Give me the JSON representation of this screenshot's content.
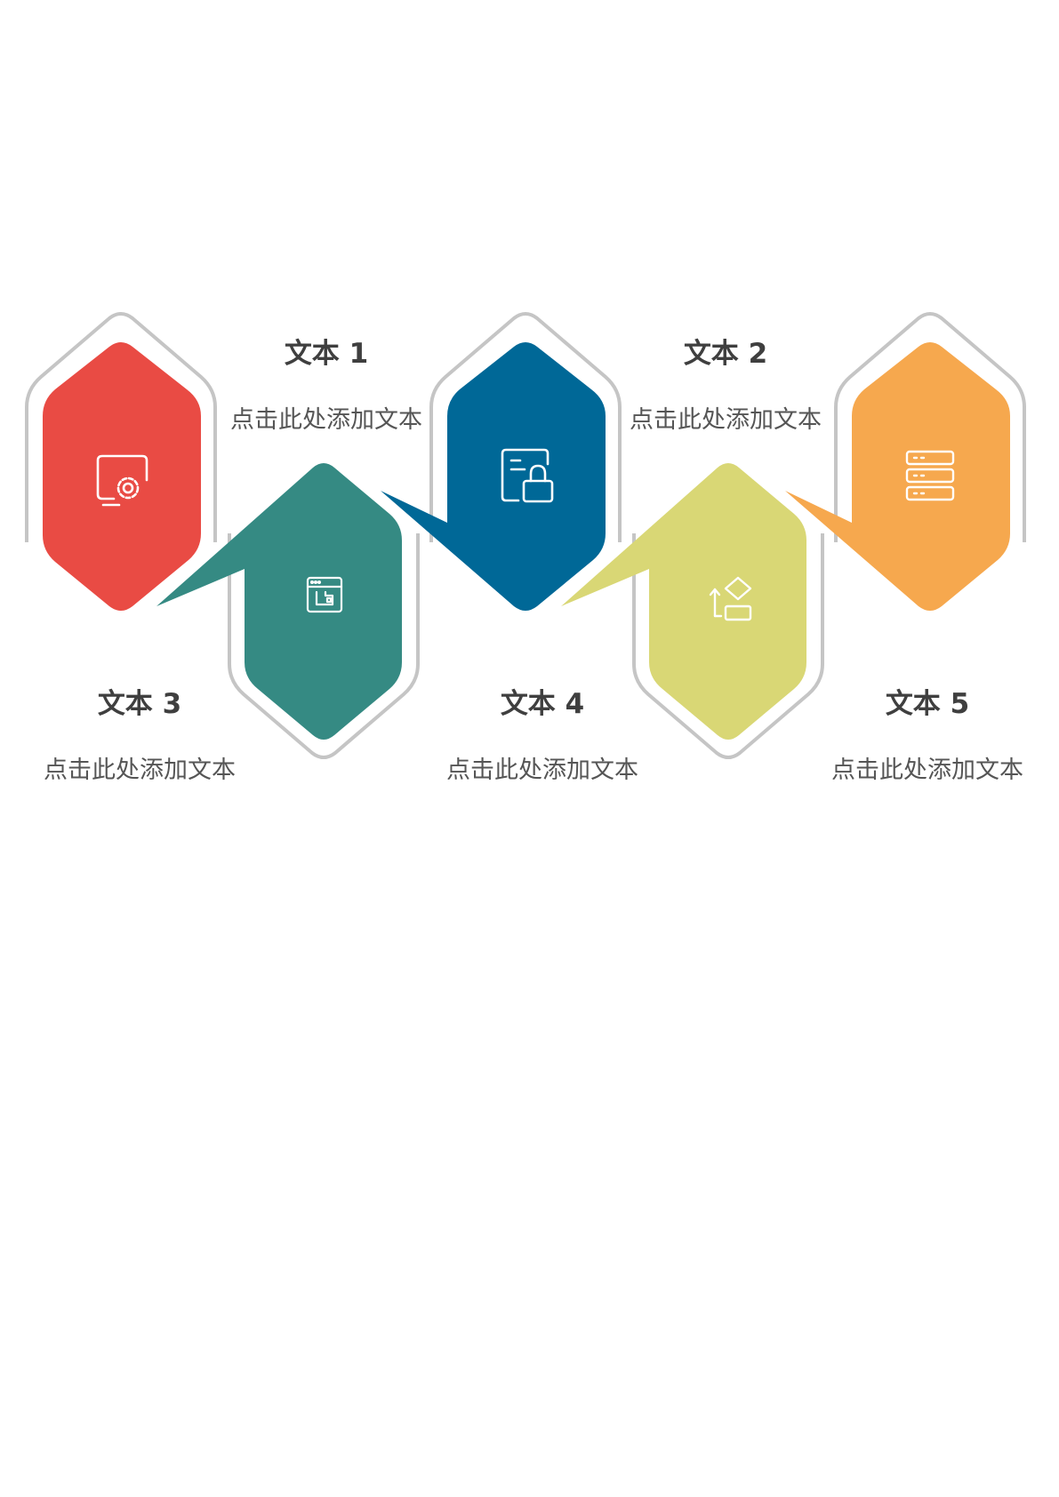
{
  "steps": [
    {
      "title": "文本 1",
      "description": "点击此处添加文本",
      "color": "#e94b44",
      "icon": "monitor-settings-icon"
    },
    {
      "title": "文本 2",
      "description": "点击此处添加文本",
      "color": "#006897",
      "icon": "card-lock-icon"
    },
    {
      "title": "文本 3",
      "description": "点击此处添加文本",
      "color": "#358a83",
      "icon": "browser-window-icon"
    },
    {
      "title": "文本 4",
      "description": "点击此处添加文本",
      "color": "#d9d775",
      "icon": "shape-transform-icon"
    },
    {
      "title": "文本 5",
      "description": "点击此处添加文本",
      "color": "#f6a84e",
      "icon": "server-stack-icon"
    }
  ],
  "outline_color": "#c5c5c5",
  "text_colors": {
    "title": "#3f3f3f",
    "description": "#555555"
  }
}
